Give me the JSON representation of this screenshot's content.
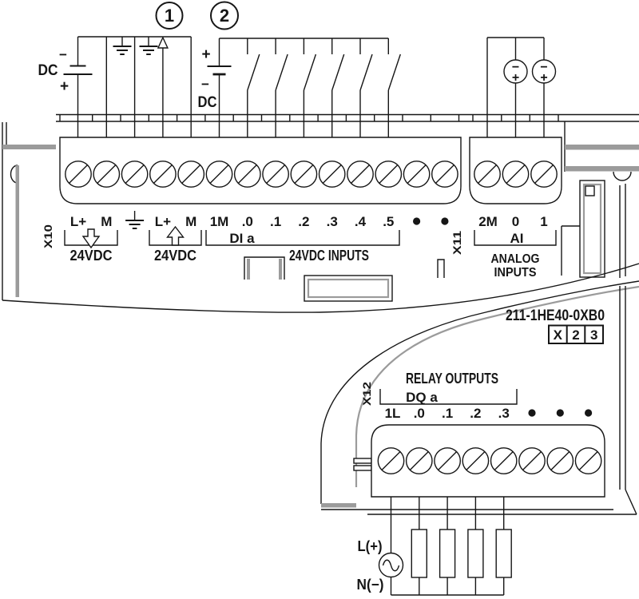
{
  "colors": {
    "line": "#161616",
    "shade": "#9b9b9b",
    "bg": "#ffffff"
  },
  "module": {
    "part_number": "211-1HE40-0XB0",
    "order_row": [
      "X",
      "2",
      "3"
    ]
  },
  "callouts": {
    "c1": "1",
    "c2": "2"
  },
  "top": {
    "dc_supply": {
      "label": "DC",
      "minus": "−",
      "plus": "+"
    },
    "input_supply": {
      "plus": "+",
      "minus": "−",
      "label": "DC"
    },
    "analog_source": {
      "minus": "−",
      "plus": "+"
    },
    "connector_power": "X10",
    "connector_analog": "X11",
    "terminals": [
      "L+",
      "M",
      "L+",
      "M",
      "1M",
      ".0",
      ".1",
      ".2",
      ".3",
      ".4",
      ".5"
    ],
    "analog_terminals": [
      "2M",
      "0",
      "1"
    ],
    "bracket_supply_in": "24VDC",
    "bracket_sensor_out": "24VDC",
    "di_group": "DI a",
    "di_caption": "24VDC INPUTS",
    "ai_group": "AI",
    "ai_caption_line1": "ANALOG",
    "ai_caption_line2": "INPUTS"
  },
  "bottom": {
    "caption": "RELAY OUTPUTS",
    "dq_group": "DQ a",
    "connector_relay": "X12",
    "terminals": [
      "1L",
      ".0",
      ".1",
      ".2",
      ".3"
    ],
    "line_label": "L(+)",
    "neutral_label": "N(−)"
  }
}
